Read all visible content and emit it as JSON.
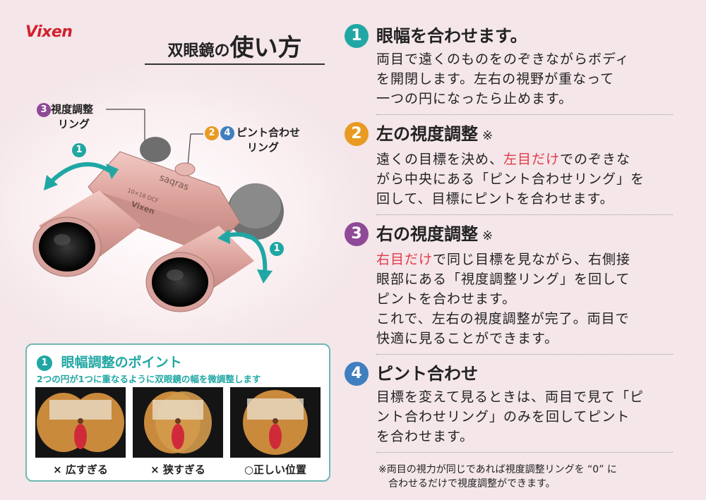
{
  "brand": "Vixen",
  "title": {
    "part1": "双眼鏡の",
    "part2": "使い方"
  },
  "callouts": {
    "diopter_num": "3",
    "diopter_line1": "視度調整",
    "diopter_line2": "リング",
    "focus_num1": "2",
    "focus_num2": "4",
    "focus_line1": "ピント合わせ",
    "focus_line2": "リング",
    "hinge_num_left": "1",
    "hinge_num_right": "1"
  },
  "binocular_labels": {
    "model_text": "saqras",
    "spec_text": "10×18 DCF",
    "body_brand": "Vixen"
  },
  "steps": [
    {
      "num": "1",
      "title": "眼幅を合わせます。",
      "mark": "",
      "lines": [
        "両目で遠くのものをのぞきながらボディ",
        "を開閉します。左右の視野が重なって",
        "一つの円になったら止めます。"
      ]
    },
    {
      "num": "2",
      "title": "左の視度調整",
      "mark": "※",
      "l1_a": "遠くの目標を決め、",
      "l1_red": "左目だけ",
      "l1_b": "でのぞきな",
      "lines": [
        "がら中央にある「ピント合わせリング」を",
        "回して、目標にピントを合わせます。"
      ]
    },
    {
      "num": "3",
      "title": "右の視度調整",
      "mark": "※",
      "l1_red": "右目だけ",
      "l1_b": "で同じ目標を見ながら、右側接",
      "lines": [
        "眼部にある「視度調整リング」を回して",
        "ピントを合わせます。",
        "これで、左右の視度調整が完了。両目で",
        "快適に見ることができます。"
      ]
    },
    {
      "num": "4",
      "title": "ピント合わせ",
      "mark": "",
      "lines": [
        "目標を変えて見るときは、両目で見て「ピ",
        "ント合わせリング」のみを回してピント",
        "を合わせます。"
      ]
    }
  ],
  "note": {
    "line1": "※両目の視力が同じであれば視度調整リングを “0” に",
    "line2": "　合わせるだけで視度調整ができます。"
  },
  "panel": {
    "num": "1",
    "title": "眼幅調整のポイント",
    "subtitle": "2つの円が1つに重なるように双眼鏡の幅を微調整します",
    "captions": [
      "× 広すぎる",
      "× 狭すぎる",
      "○正しい位置"
    ]
  },
  "colors": {
    "teal": "#20a7a4",
    "orange": "#e89a22",
    "purple": "#8e4a97",
    "blue": "#3f7fbf",
    "red": "#e23a49",
    "brand_red": "#d3202e"
  }
}
